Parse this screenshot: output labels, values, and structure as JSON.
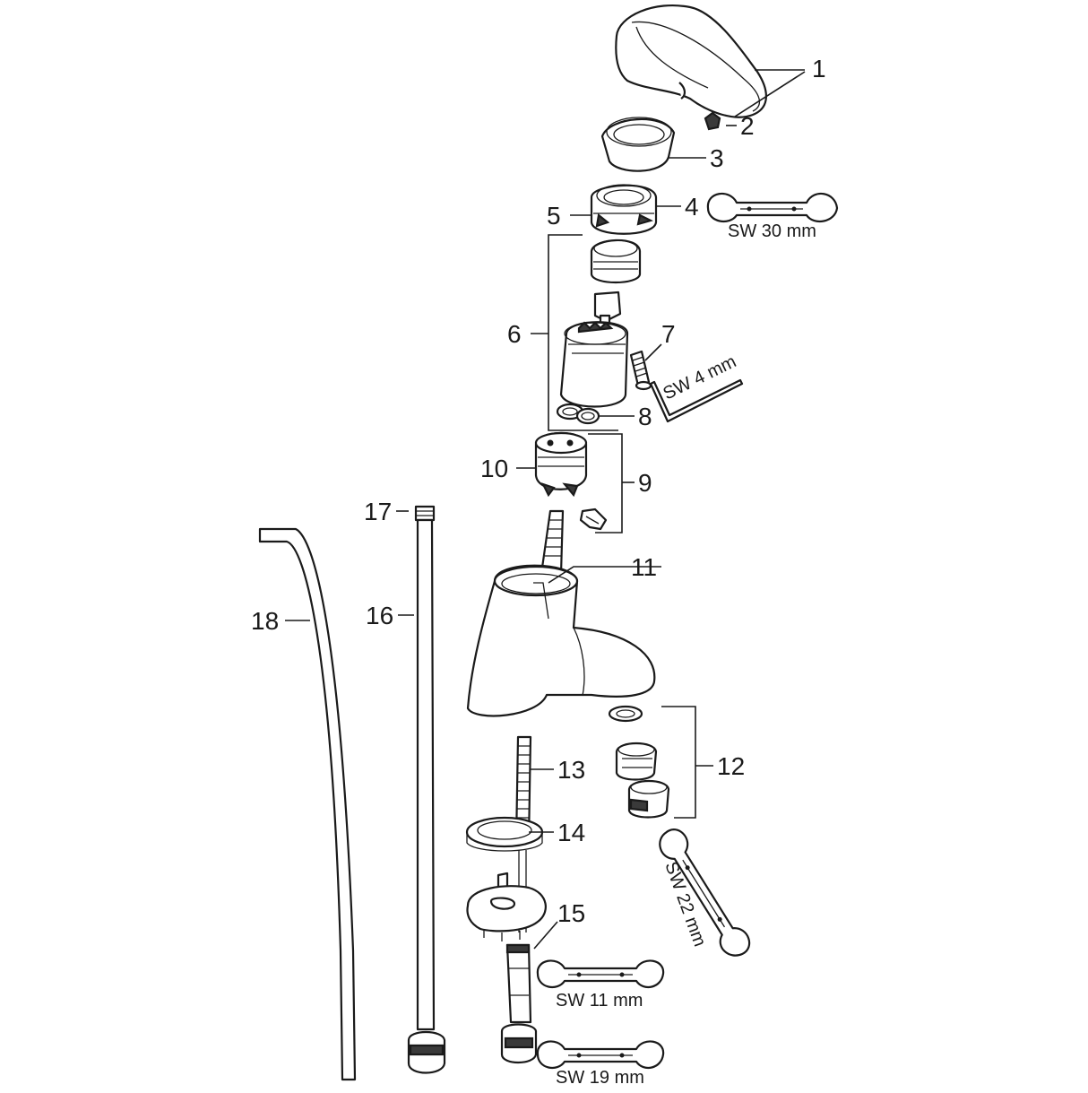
{
  "diagram": {
    "callouts": [
      "1",
      "2",
      "3",
      "4",
      "5",
      "6",
      "7",
      "8",
      "9",
      "10",
      "11",
      "12",
      "13",
      "14",
      "15",
      "16",
      "17",
      "18"
    ],
    "tool_labels": {
      "sw30": "SW 30 mm",
      "sw4": "SW 4 mm",
      "sw22": "SW 22 mm",
      "sw11": "SW 11 mm",
      "sw19": "SW 19 mm"
    }
  }
}
